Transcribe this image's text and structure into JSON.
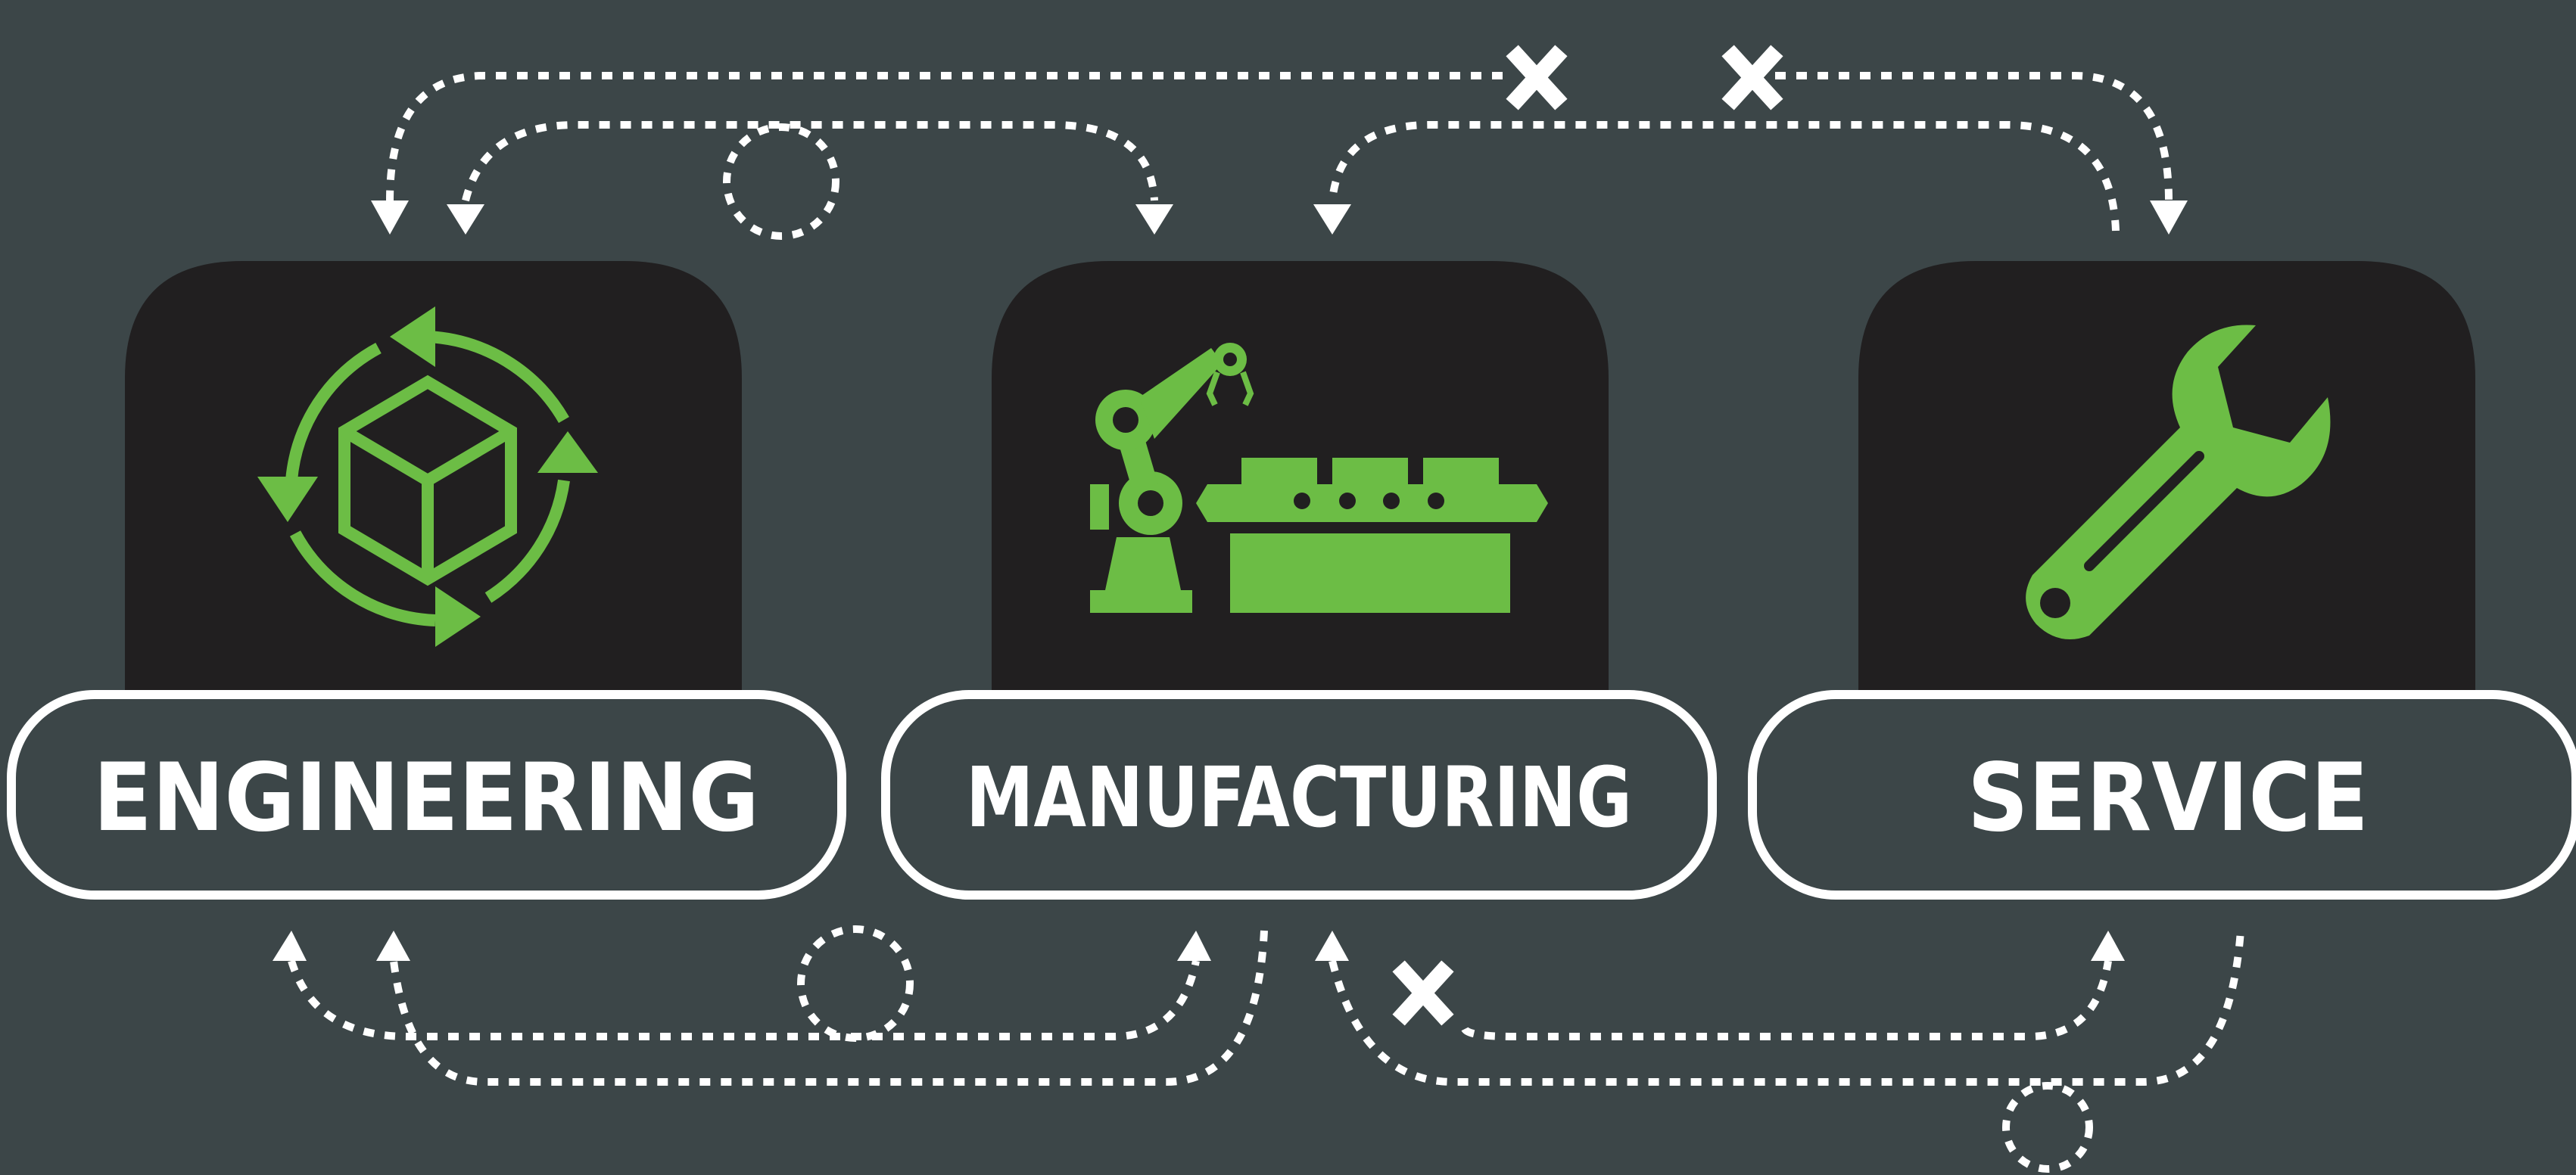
{
  "colors": {
    "background": "#3c4648",
    "card": "#211f20",
    "accent_green": "#6cbd45",
    "line_white": "#ffffff"
  },
  "stages": [
    {
      "id": "engineering",
      "label": "ENGINEERING",
      "icon": "cube-cycle-icon"
    },
    {
      "id": "manufacturing",
      "label": "MANUFACTURING",
      "icon": "robot-arm-conveyor-icon"
    },
    {
      "id": "service",
      "label": "SERVICE",
      "icon": "wrench-icon"
    }
  ],
  "connectors": {
    "style": "dotted",
    "blocked_marker": "x-mark-icon",
    "loop_marker": "loop-icon"
  }
}
